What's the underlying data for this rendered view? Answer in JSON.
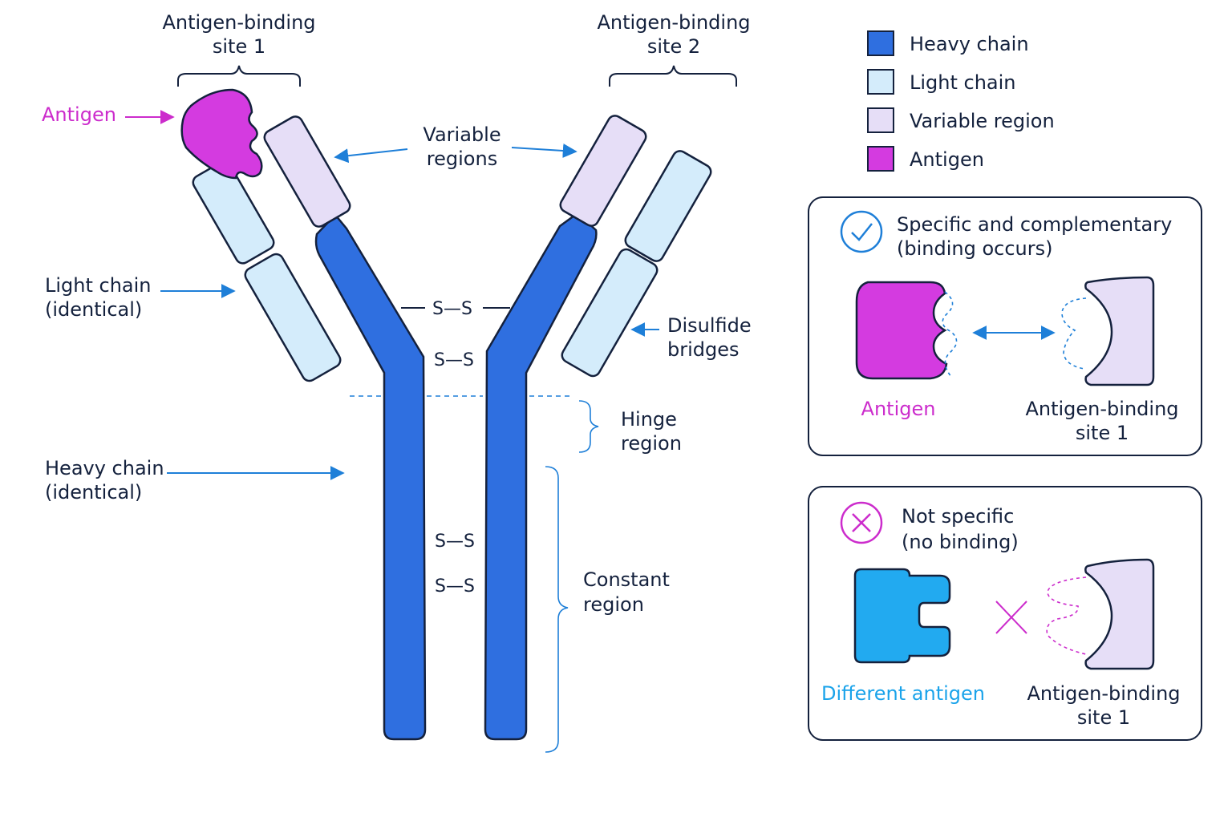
{
  "diagram": {
    "labels": {
      "site1_line1": "Antigen-binding",
      "site1_line2": "site 1",
      "site2_line1": "Antigen-binding",
      "site2_line2": "site 2",
      "antigen": "Antigen",
      "variable_line1": "Variable",
      "variable_line2": "regions",
      "light_line1": "Light chain",
      "light_line2": "(identical)",
      "heavy_line1": "Heavy chain",
      "heavy_line2": "(identical)",
      "disulfide_line1": "Disulfide",
      "disulfide_line2": "bridges",
      "hinge_line1": "Hinge",
      "hinge_line2": "region",
      "constant_line1": "Constant",
      "constant_line2": "region",
      "bridge_upper": "S—S",
      "bridge_lower": "S—S"
    }
  },
  "legend": {
    "items": [
      {
        "label": "Heavy chain",
        "color": "#2f6fe0"
      },
      {
        "label": "Light chain",
        "color": "#d4ecfb"
      },
      {
        "label": "Variable region",
        "color": "#e6def7"
      },
      {
        "label": "Antigen",
        "color": "#d43be0"
      }
    ]
  },
  "panel_specific": {
    "icon": "check-circle-icon",
    "title_line1": "Specific and complementary",
    "title_line2": "(binding occurs)",
    "left_label": "Antigen",
    "right_label_line1": "Antigen-binding",
    "right_label_line2": "site 1"
  },
  "panel_nonspecific": {
    "icon": "x-circle-icon",
    "title_line1": "Not specific",
    "title_line2": "(no binding)",
    "left_label": "Different antigen",
    "right_label_line1": "Antigen-binding",
    "right_label_line2": "site 1"
  },
  "colors": {
    "heavy": "#2f6fe0",
    "light": "#d4ecfb",
    "variable": "#e6def7",
    "antigen": "#d43be0",
    "different_antigen": "#22aaf0",
    "accent_blue": "#1e7fd8"
  }
}
